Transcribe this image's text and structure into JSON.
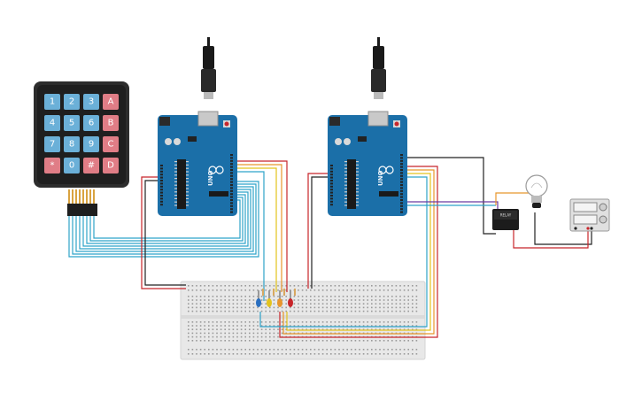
{
  "keypad": {
    "keys": [
      [
        "1",
        "2",
        "3",
        "A"
      ],
      [
        "4",
        "5",
        "6",
        "B"
      ],
      [
        "7",
        "8",
        "9",
        "C"
      ],
      [
        "*",
        "0",
        "#",
        "D"
      ]
    ],
    "colors": {
      "numeric": "#6bb0d8",
      "letter": "#e07d86",
      "star": "#e07d86",
      "body": "#2d2d2d"
    }
  },
  "arduinos": [
    {
      "logo": "UNO"
    },
    {
      "logo": "UNO"
    }
  ],
  "relay": {
    "label": "RELAY"
  },
  "colors": {
    "arduino_blue": "#1b6fa8",
    "wire_cyan": "#2ea3c9",
    "wire_red": "#c8252a",
    "wire_orange": "#e8962c",
    "wire_yellow": "#e3c31d",
    "wire_purple": "#6a3aa0",
    "wire_black": "#222222",
    "breadboard": "#e9e9e9"
  },
  "icons": [
    "usb-cable-icon",
    "led-icon",
    "bulb-icon",
    "power-supply-icon"
  ]
}
